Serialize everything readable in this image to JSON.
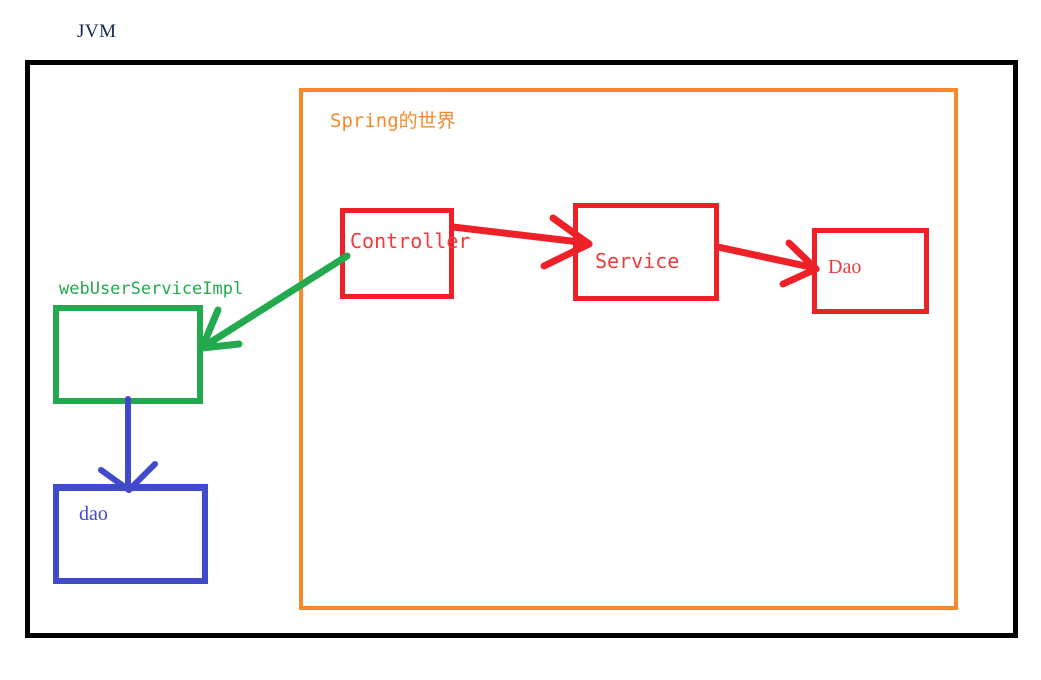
{
  "diagram": {
    "title_label": "JVM",
    "containers": [
      {
        "name": "jvm",
        "label": "JVM",
        "color": "#000000"
      },
      {
        "name": "spring",
        "label": "Spring的世界",
        "color": "#F7892B"
      }
    ],
    "nodes": [
      {
        "name": "controller",
        "label": "Controller",
        "color": "#EE2028"
      },
      {
        "name": "service",
        "label": "Service",
        "color": "#EE2028"
      },
      {
        "name": "dao-spring",
        "label": "Dao",
        "color": "#EE2028"
      },
      {
        "name": "web-user-service-impl",
        "label": "webUserServiceImpl",
        "color": "#23A94E"
      },
      {
        "name": "dao-jvm",
        "label": "dao",
        "color": "#4149CC"
      }
    ],
    "edges": [
      {
        "name": "controller-to-service",
        "from": "controller",
        "to": "service",
        "color": "#EE2028"
      },
      {
        "name": "service-to-dao",
        "from": "service",
        "to": "dao-spring",
        "color": "#EE2028"
      },
      {
        "name": "controller-to-web-user-service-impl",
        "from": "controller",
        "to": "web-user-service-impl",
        "color": "#23A94E"
      },
      {
        "name": "web-user-service-impl-to-dao",
        "from": "web-user-service-impl",
        "to": "dao-jvm",
        "color": "#4149CC"
      }
    ]
  },
  "labels": {
    "jvm": "JVM",
    "spring": "Spring的世界",
    "controller": "Controller",
    "service": "Service",
    "dao_spring": "Dao",
    "web_user_service_impl": "webUserServiceImpl",
    "dao_jvm": "dao"
  },
  "colors": {
    "jvm_border": "#000000",
    "spring_border": "#F7892B",
    "red": "#EE2028",
    "red_text": "#EE3B3B",
    "green": "#23A94E",
    "blue": "#4149CC",
    "background": "#FFFFFF"
  }
}
